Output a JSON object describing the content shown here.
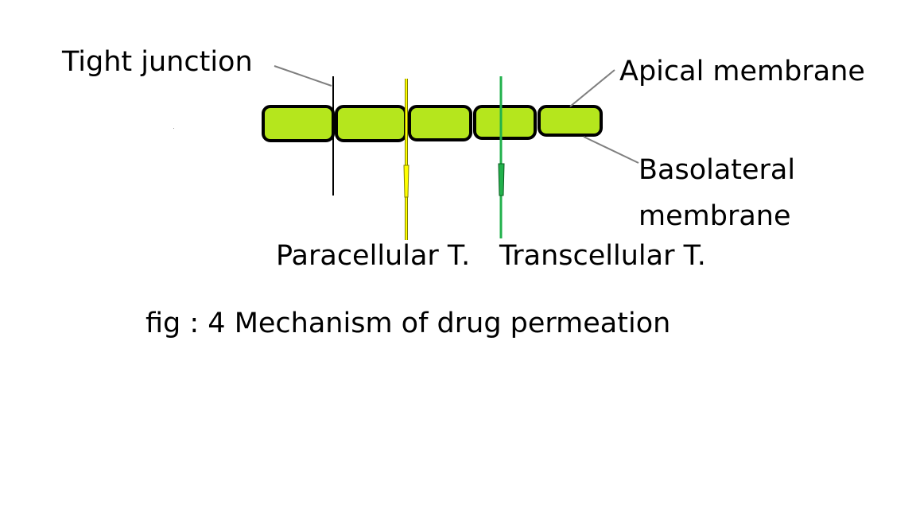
{
  "labels": {
    "tight_junction": "Tight junction",
    "apical_membrane": "Apical membrane",
    "basolateral_line1": "Basolateral",
    "basolateral_line2": "membrane",
    "paracellular": "Paracellular T.",
    "transcellular": "Transcellular T.",
    "caption": "fig : 4 Mechanism of drug permeation"
  },
  "colors": {
    "cell_fill": "#b5e61d",
    "cell_stroke": "#000000",
    "paracellular_arrow": "#ffff00",
    "paracellular_outline": "#808000",
    "transcellular_arrow": "#22b14c",
    "transcellular_outline": "#0a5a20",
    "leader_line": "#7f7f7f",
    "junction_line": "#000000"
  }
}
